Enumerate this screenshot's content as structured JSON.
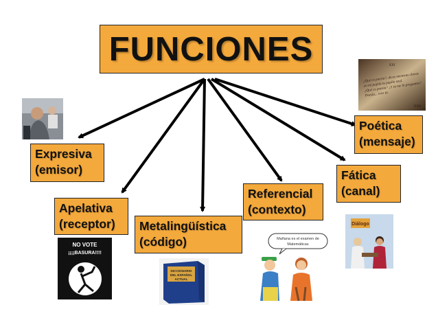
{
  "title": "FUNCIONES",
  "functions": [
    {
      "name": "Expresiva",
      "sub": "(emisor)"
    },
    {
      "name": "Apelativa",
      "sub": "(receptor)"
    },
    {
      "name": "Metalingüística",
      "sub": "(código)"
    },
    {
      "name": "Referencial",
      "sub": "(contexto)"
    },
    {
      "name": "Fática",
      "sub": "(canal)"
    },
    {
      "name": "Poética",
      "sub": "(mensaje)"
    }
  ],
  "images": {
    "vote_sign": "NO VOTE ¡¡¡¡BASURA!!!!",
    "dictionary": "DICCIONARIO DEL ESPAÑOL ACTUAL",
    "speech_bubble": "Mañana es el examen de Matemáticas",
    "poem": "¿Qué es poesía?, dices mientras clavas en mi pupila tu pupila azul. ¿Qué es poesía? ¿Y tú me lo preguntas? Poesía... eres tú.",
    "cafe_sign": "Diálogo"
  },
  "colors": {
    "box_fill": "#f4a93c",
    "border": "#222222"
  }
}
